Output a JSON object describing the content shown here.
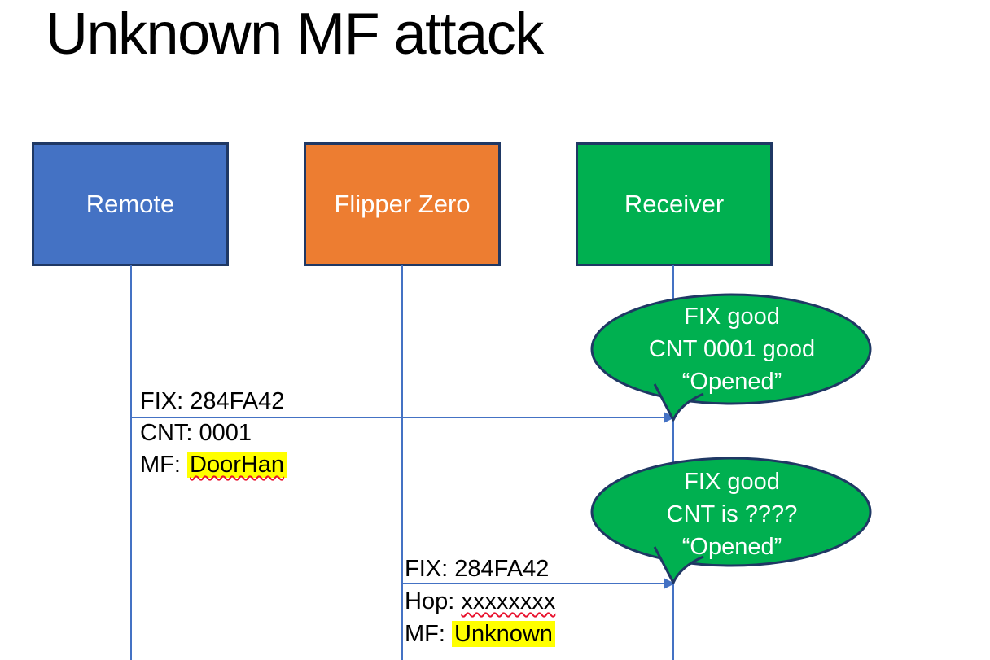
{
  "slide": {
    "title": "Unknown MF attack"
  },
  "actors": [
    {
      "id": "remote",
      "label": "Remote",
      "fill": "#4472C4"
    },
    {
      "id": "flipper-zero",
      "label": "Flipper Zero",
      "fill": "#ED7D31"
    },
    {
      "id": "receiver",
      "label": "Receiver",
      "fill": "#00B050"
    }
  ],
  "messages": [
    {
      "from": "Remote",
      "to": "Receiver",
      "line1": "FIX: 284FA42",
      "line2": "CNT: 0001",
      "line3_prefix": "MF: ",
      "line3_value": "DoorHan"
    },
    {
      "from": "Flipper Zero",
      "to": "Receiver",
      "line1": "FIX: 284FA42",
      "line2_prefix": "Hop: ",
      "line2_value": "xxxxxxxx",
      "line3_prefix": "MF: ",
      "line3_value": "Unknown"
    }
  ],
  "callouts": [
    {
      "line1": "FIX good",
      "line2": "CNT 0001 good",
      "line3": "“Opened”"
    },
    {
      "line1": "FIX good",
      "line2": "CNT is ????",
      "line3": "“Opened”"
    }
  ],
  "colors": {
    "actor_remote": "#4472C4",
    "actor_flipper": "#ED7D31",
    "actor_receiver": "#00B050",
    "callout_fill": "#00B050",
    "shape_border": "#1F3864",
    "connector": "#4472C4",
    "highlight": "#FFFF00",
    "spellcheck_underline": "#E8112D",
    "title_text": "#000000",
    "actor_text": "#FFFFFF",
    "callout_text": "#FFFFFF"
  }
}
